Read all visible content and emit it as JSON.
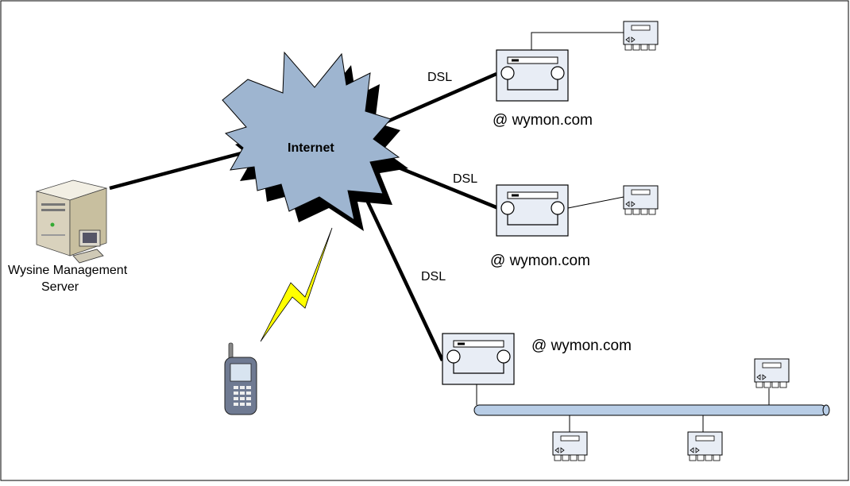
{
  "cloud": {
    "label": "Internet"
  },
  "server": {
    "label_line1": "Wysine Management",
    "label_line2": "Server"
  },
  "links": [
    {
      "label": "DSL"
    },
    {
      "label": "DSL"
    },
    {
      "label": "DSL"
    }
  ],
  "gateways": [
    {
      "label": "@ wymon.com"
    },
    {
      "label": "@ wymon.com"
    },
    {
      "label": "@ wymon.com"
    }
  ],
  "colors": {
    "cloud_fill": "#9eb5d0",
    "bus_fill": "#b8cde6",
    "device_fill": "#e8edf5",
    "lightning_fill": "#ffff00"
  }
}
